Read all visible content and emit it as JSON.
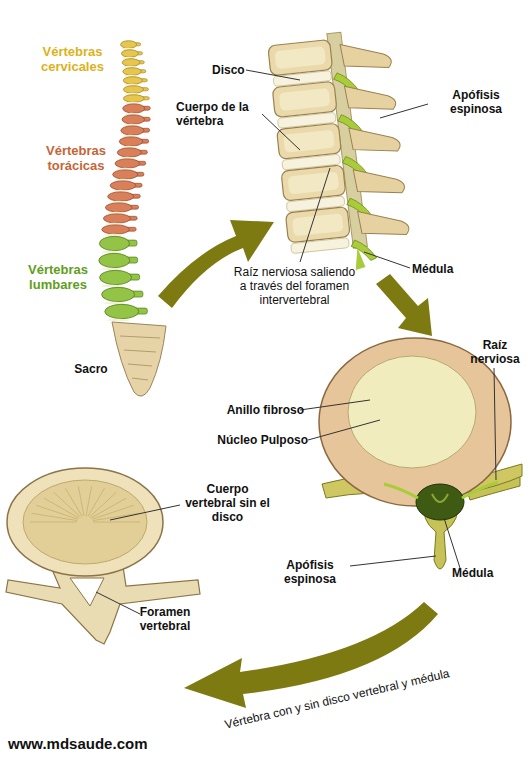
{
  "diagram": {
    "labels": [
      "Vértebras cervicales",
      "Vértebras torácicas",
      "Vértebras lumbares",
      "Sacro",
      "Disco",
      "Cuerpo de la vértebra",
      "Apófisis espinosa",
      "Médula",
      "Raíz nerviosa saliendo a través del foramen intervertebral",
      "Raíz nerviosa",
      "Anillo fibroso",
      "Núcleo Pulposo",
      "Cuerpo vertebral sin el disco",
      "Apófisis espinosa",
      "Médula",
      "Foramen vertebral",
      "Vértebra con y sin disco vertebral y médula",
      "www.mdsaude.com"
    ]
  }
}
